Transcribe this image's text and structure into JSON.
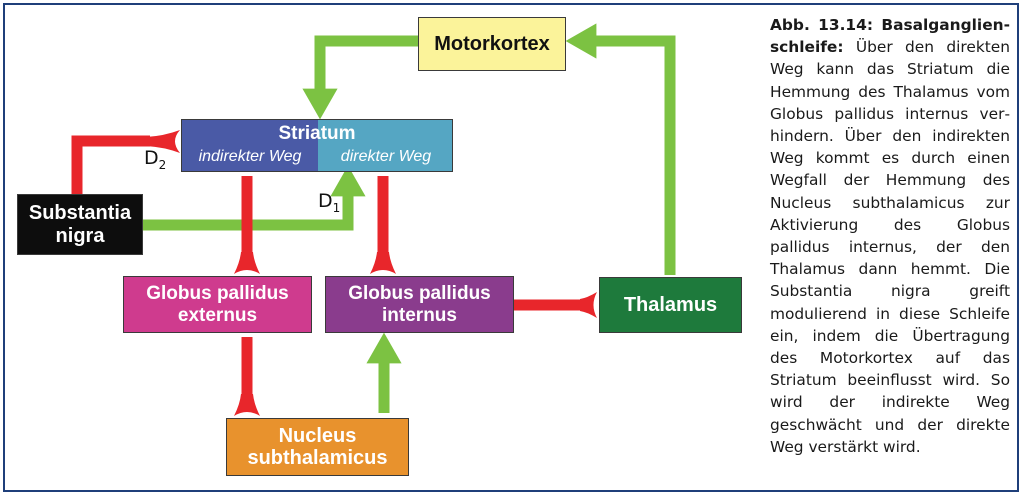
{
  "colors": {
    "excitatory": "#7cc242",
    "inhibitory": "#e8262b",
    "frame": "#1f3f7a",
    "motorkortex": "#fbf39a",
    "striatum_indirect": "#4a5aa6",
    "striatum_direct": "#55a6c3",
    "substantia_nigra": "#0d0d0d",
    "gpe": "#cf3b8e",
    "gpi": "#8a3c8d",
    "thalamus": "#1e7a3c",
    "stn": "#e8922d"
  },
  "nodes": {
    "motorkortex": "Motorkortex",
    "striatum": {
      "title": "Striatum",
      "indirect": "indirekter Weg",
      "direct": "direkter Weg"
    },
    "substantia_nigra": [
      "Substantia",
      "nigra"
    ],
    "gpe": [
      "Globus pallidus",
      "externus"
    ],
    "gpi": [
      "Globus pallidus",
      "internus"
    ],
    "thalamus": "Thalamus",
    "stn": [
      "Nucleus",
      "subthalamicus"
    ]
  },
  "receptors": {
    "d2": {
      "letter": "D",
      "sub": "2"
    },
    "d1": {
      "letter": "D",
      "sub": "1"
    }
  },
  "caption": {
    "bold": "Abb. 13.14: Basalganglien­schleife:",
    "text": " Über den direkten Weg kann das Striatum die Hemmung des Thalamus vom Globus pallidus internus ver­hindern. Über den indirekten Weg kommt es durch einen Wegfall der Hemmung des Nucleus subthalamicus zur Aktivierung des Globus pallidus internus, der den Thalamus dann hemmt. Die Substantia nigra greift modulierend in diese Schleife ein, indem die Übertragung des Motorkortex auf das Striatum beeinflusst wird. So wird der indirekte Weg geschwächt und der direkte Weg verstärkt wird."
  }
}
